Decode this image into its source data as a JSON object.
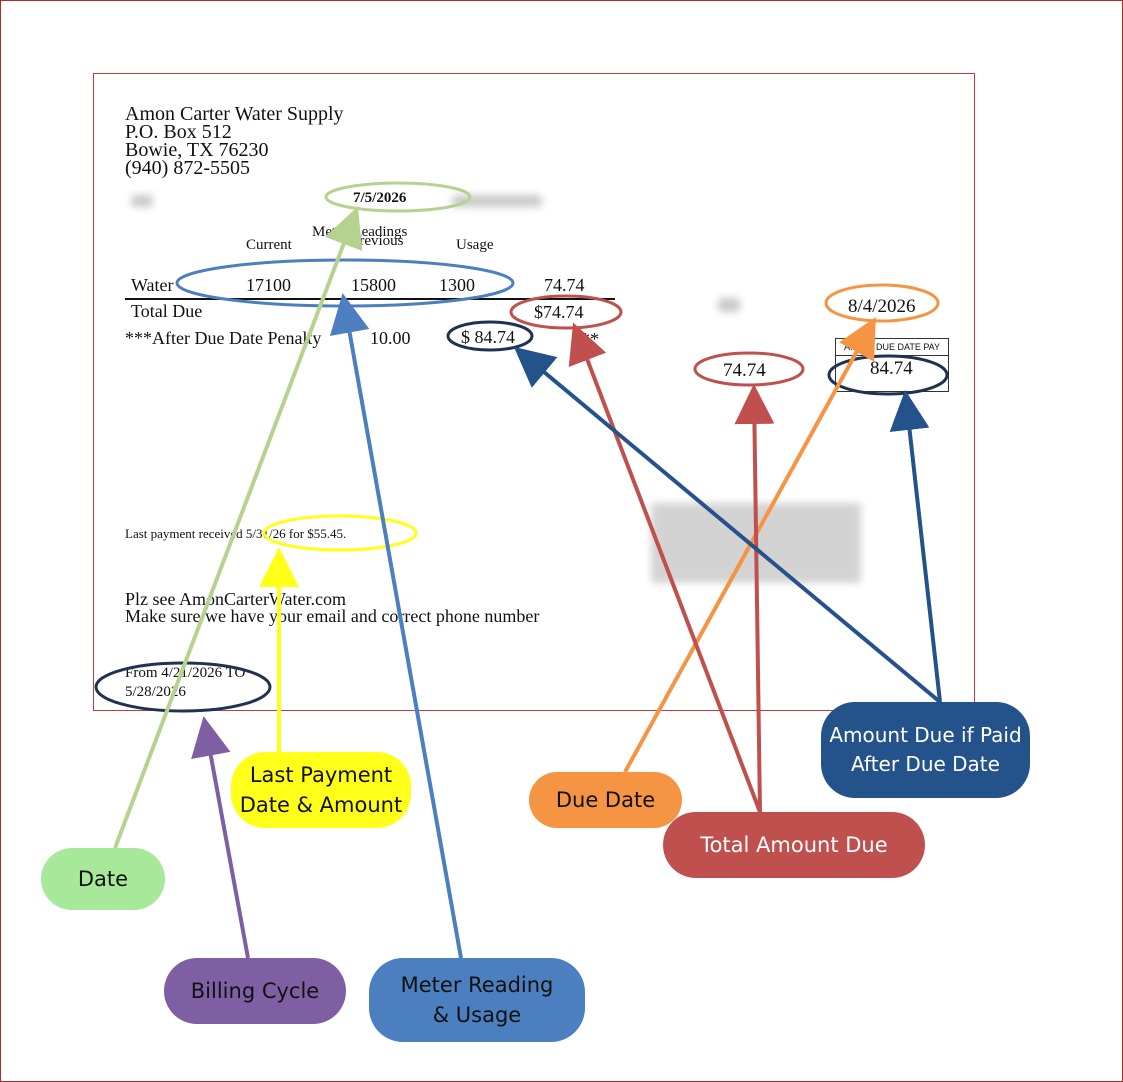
{
  "bill": {
    "company": {
      "name": "Amon Carter Water Supply",
      "po_box": "P.O. Box 512",
      "city_state_zip": "Bowie, TX  76230",
      "phone": "(940) 872-5505"
    },
    "bill_date": "7/5/2026",
    "meter_header": {
      "title": "Meter Readings",
      "current": "Current",
      "previous": "Previous",
      "usage": "Usage"
    },
    "water_row": {
      "label": "Water",
      "current": "17100",
      "previous": "15800",
      "usage": "1300",
      "amount": "74.74"
    },
    "total_due": {
      "label": "Total Due",
      "amount": "$74.74"
    },
    "penalty": {
      "label": "***After Due Date Penalty",
      "fee": "10.00",
      "amount": "$ 84.74",
      "stars": "***"
    },
    "stub": {
      "due_date": "8/4/2026",
      "amount": "74.74",
      "after_due_label": "AFTER DUE DATE PAY",
      "after_due_amount": "84.74"
    },
    "last_payment": "Last payment received 5/31/26  for $55.45.",
    "website_line": "Plz see AmonCarterWater.com",
    "email_line": "Make sure we have your email and correct phone number",
    "billing_cycle": {
      "line1": "From 4/21/2026 TO",
      "line2": "5/28/2026"
    }
  },
  "annotations": {
    "date": "Date",
    "billing_cycle": "Billing Cycle",
    "meter_reading": [
      "Meter Reading",
      "& Usage"
    ],
    "last_payment": [
      "Last Payment",
      "Date & Amount"
    ],
    "due_date": "Due Date",
    "total_amount_due": "Total Amount Due",
    "amount_after_due": [
      "Amount Due if Paid",
      "After Due Date"
    ]
  },
  "colors": {
    "date": "#a8e89a",
    "date_line": "#b5d28f",
    "billing_cycle": "#7e5fa3",
    "meter_reading": "#4c7fbf",
    "last_payment": "#ffff1a",
    "due_date": "#f59443",
    "total_amount_due": "#c0504d",
    "amount_after_due": "#24538b",
    "frame": "#b22a2a"
  }
}
